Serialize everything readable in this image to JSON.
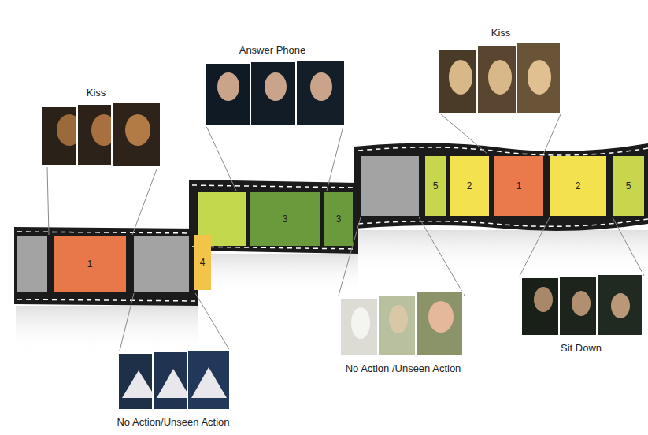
{
  "diagram": {
    "nodes": [
      {
        "text": [
          "1"
        ]
      },
      {
        "text": [
          "4"
        ]
      },
      {
        "text": [
          "3"
        ]
      },
      {
        "text": [
          "3"
        ]
      },
      {
        "text": [
          "5"
        ]
      },
      {
        "text": [
          "2"
        ]
      },
      {
        "text": [
          "1"
        ]
      },
      {
        "text": [
          "2"
        ]
      },
      {
        "text": [
          "5"
        ]
      }
    ],
    "labels": [
      "Kiss",
      "Answer Phone",
      "Kiss",
      "No Action/Unseen Action",
      "No Action /Unseen Action",
      "Sit Down"
    ]
  }
}
